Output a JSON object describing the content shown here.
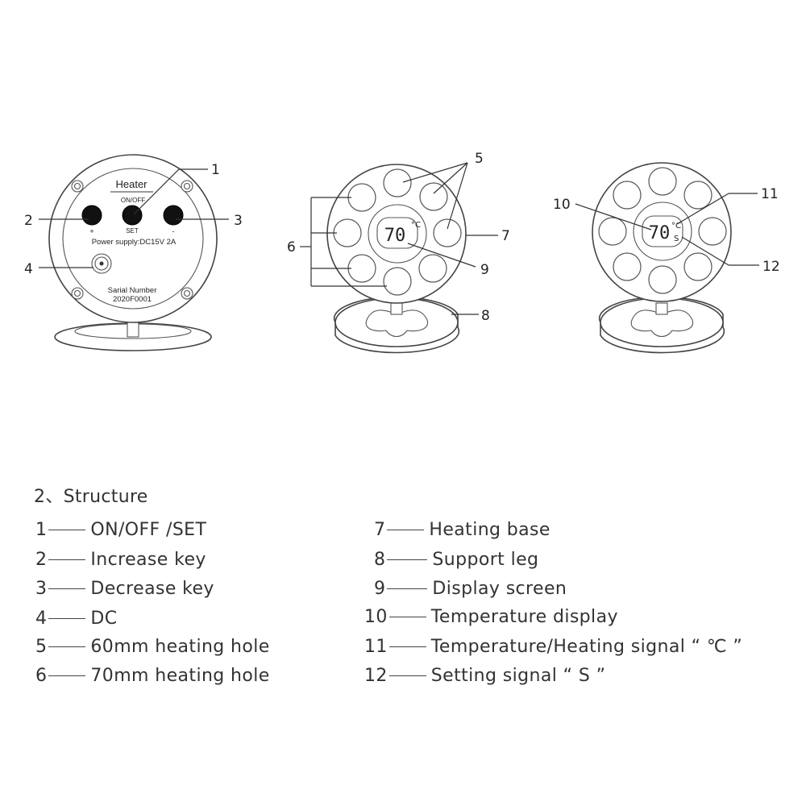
{
  "device": {
    "heater_label": "Heater",
    "onoff_label": "ON/OFF",
    "set_label": "SET",
    "plus_label": "+",
    "minus_label": "-",
    "power_supply": "Power supply:DC15V 2A",
    "serial_title": "Sarial Number",
    "serial_value": "2020F0001",
    "display_value": "70",
    "unit_celsius": "°C",
    "unit_setting": "S"
  },
  "callouts": [
    "1",
    "2",
    "3",
    "4",
    "5",
    "6",
    "7",
    "8",
    "9",
    "10",
    "11",
    "12"
  ],
  "legend": {
    "title": "2、Structure",
    "items": [
      {
        "num": "1",
        "text": "ON/OFF /SET"
      },
      {
        "num": "2",
        "text": "Increase key"
      },
      {
        "num": "3",
        "text": "Decrease key"
      },
      {
        "num": "4",
        "text": "DC"
      },
      {
        "num": "5",
        "text": "60mm heating hole"
      },
      {
        "num": "6",
        "text": "70mm heating hole"
      },
      {
        "num": "7",
        "text": "Heating base"
      },
      {
        "num": "8",
        "text": "Support leg"
      },
      {
        "num": "9",
        "text": "Display screen"
      },
      {
        "num": "10",
        "text": "Temperature display"
      },
      {
        "num": "11",
        "text": "Temperature/Heating signal “ ℃ ”"
      },
      {
        "num": "12",
        "text": "Setting signal “ S ”"
      }
    ]
  }
}
